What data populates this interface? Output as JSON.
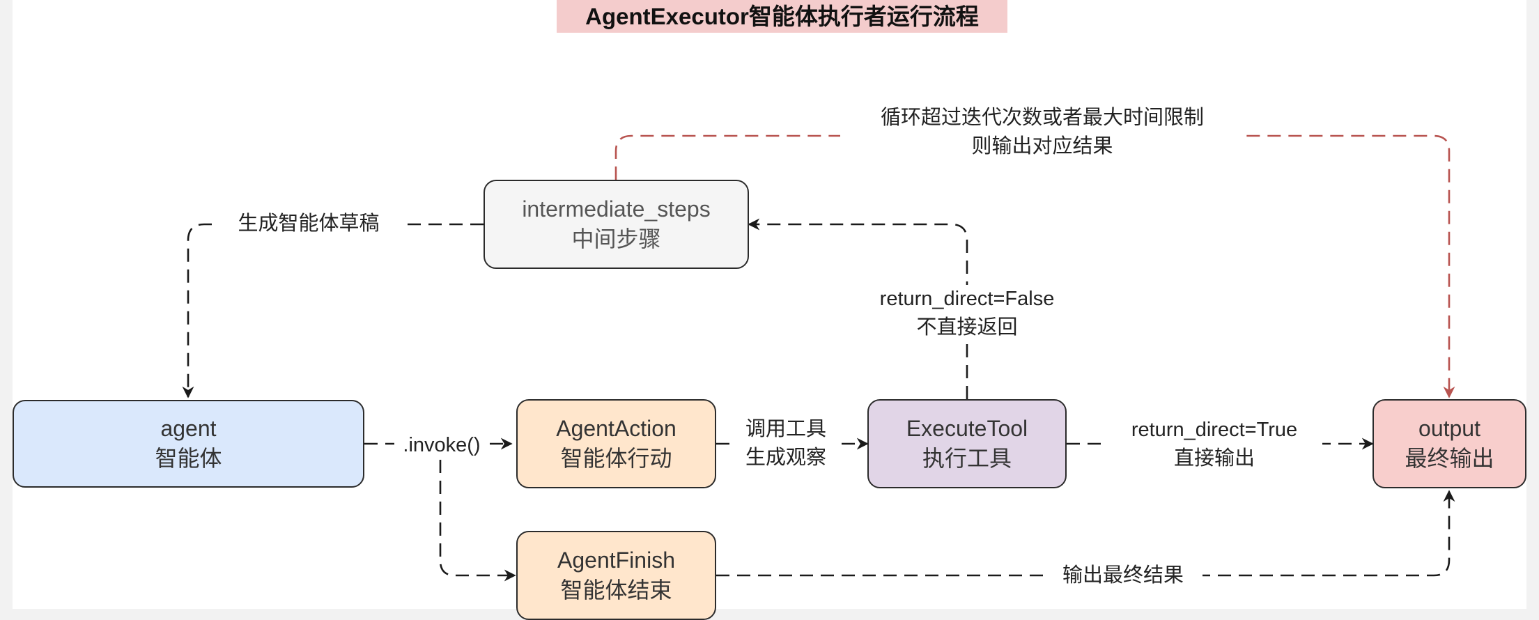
{
  "title": "AgentExecutor智能体执行者运行流程",
  "colors": {
    "agent_fill": "#dae8fc",
    "action_fill": "#ffe6cc",
    "finish_fill": "#ffe6cc",
    "tool_fill": "#e1d5e7",
    "output_fill": "#f8cecc",
    "intermediate_fill": "#f5f5f5",
    "title_highlight": "#f4cccc",
    "loop_edge": "#b85450",
    "edge": "#1a1a1a"
  },
  "nodes": {
    "agent": {
      "line1": "agent",
      "line2": "智能体"
    },
    "intermediate": {
      "line1": "intermediate_steps",
      "line2": "中间步骤"
    },
    "agent_action": {
      "line1": "AgentAction",
      "line2": "智能体行动"
    },
    "execute_tool": {
      "line1": "ExecuteTool",
      "line2": "执行工具"
    },
    "output": {
      "line1": "output",
      "line2": "最终输出"
    },
    "agent_finish": {
      "line1": "AgentFinish",
      "line2": "智能体结束"
    }
  },
  "edges": {
    "draft": "生成智能体草稿",
    "invoke": ".invoke()",
    "call_tool": {
      "line1": "调用工具",
      "line2": "生成观察"
    },
    "return_false": {
      "line1": "return_direct=False",
      "line2": "不直接返回"
    },
    "return_true": {
      "line1": "return_direct=True",
      "line2": "直接输出"
    },
    "loop_limit": {
      "line1": "循环超过迭代次数或者最大时间限制",
      "line2": "则输出对应结果"
    },
    "finish_output": "输出最终结果"
  }
}
